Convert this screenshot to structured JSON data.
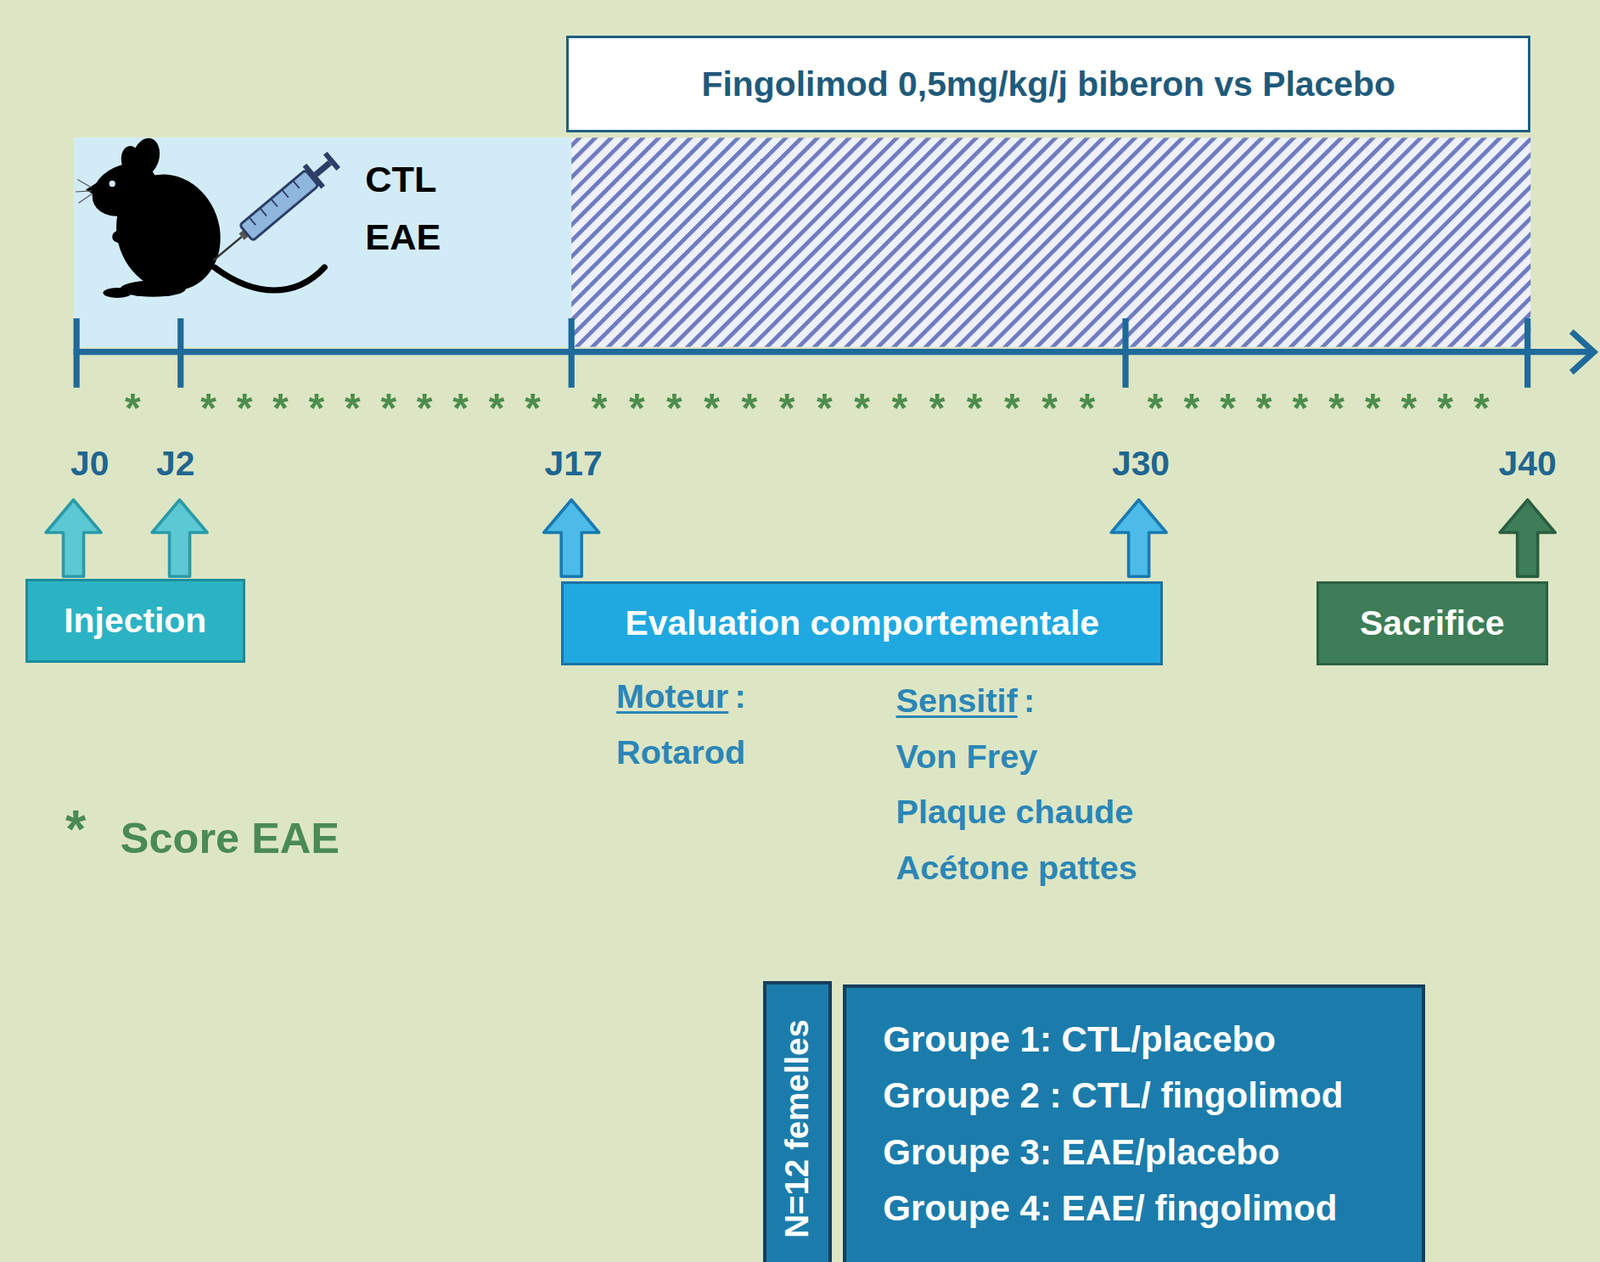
{
  "diagram": {
    "nodes": [
      {
        "text": [
          "Fingolimod 0,5mg/kg/j biberon vs Placebo"
        ]
      },
      {
        "text": [
          "CTL EAE"
        ]
      },
      {
        "text": [
          "Injection"
        ]
      },
      {
        "text": [
          "Evaluation comportementale"
        ]
      },
      {
        "text": [
          "Sacrifice"
        ]
      },
      {
        "text": [
          "N=12 femelles"
        ]
      },
      {
        "text": [
          "Groupe 1: CTL/placebo",
          "Groupe 2 : CTL/ fingolimod",
          "Groupe 3: EAE/placebo",
          "Groupe 4: EAE/ fingolimod"
        ]
      }
    ],
    "edges": [],
    "labels": [
      "*",
      "**********",
      "**************",
      "**********",
      "J0",
      "J2",
      "J17",
      "J30",
      "J40",
      "Moteur",
      ":",
      "Rotarod",
      "Sensitif",
      ":",
      "Von Frey",
      "Plaque chaude",
      "Acétone pattes",
      "*",
      "Score EAE"
    ]
  }
}
